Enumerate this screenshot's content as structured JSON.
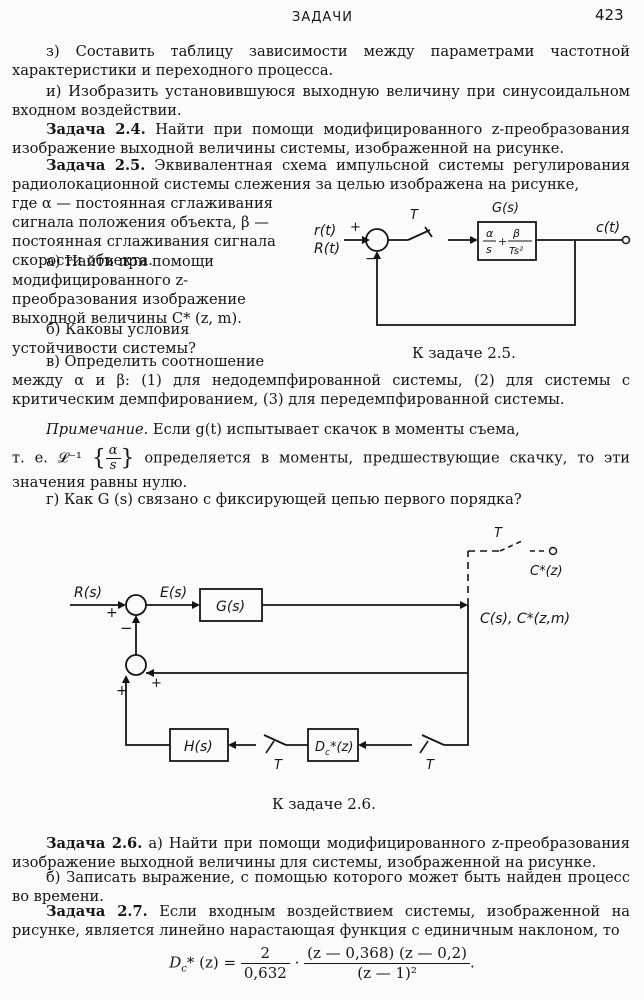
{
  "header": {
    "title": "ЗАДАЧИ",
    "page_number": "423"
  },
  "paragraphs": {
    "p_z": "з) Составить таблицу зависимости между параметрами частотной характеристики и переходного процесса.",
    "p_i": "и) Изобразить установившуюся выходную величину при синусоидальном входном воздействии.",
    "t24_label": "Задача 2.4.",
    "t24_text": "Найти при помощи модифицированного z-преобразования изображение выходной величины системы, изображенной на рисунке.",
    "t25_label": "Задача 2.5.",
    "t25_text": "Эквивалентная схема импульсной системы регулирования радиолокационной системы слежения за целью изображена на рисунке,",
    "t25_where": "где α — постоянная сглаживания сигнала положения объекта, β — постоянная сглаживания сигнала скорости объекта.",
    "t25_a": "а) Найти при помощи модифицированного z-преобразования изображение выходной величины C* (z, m).",
    "t25_b": "б) Каковы условия устойчивости системы?",
    "t25_v1": "в) Определить соотношение",
    "t25_v2": "между α и β: (1) для недодемпфированной системы, (2) для системы с критическим демпфированием, (3) для передемпфированной системы.",
    "note_label": "Примечание.",
    "note_text1": "Если g(t) испытывает скачок в моменты съема,",
    "note_text2_pre": "т. е. 𝓛⁻¹",
    "note_text2_post": "определяется в моменты, предшествующие скачку, то эти значения равны нулю.",
    "t25_g": "г) Как G (s) связано с фиксирующей цепью первого порядка?",
    "t26_label": "Задача 2.6.",
    "t26_a": "а) Найти при помощи модифицированного z-преобразования изображение выходной величины для системы, изображенной на рисунке.",
    "t26_b": "б) Записать выражение, с помощью которого может быть найден процесс во времени.",
    "t27_label": "Задача 2.7.",
    "t27_text": "Если входным воздействием системы, изображенной на рисунке, является линейно нарастающая функция с единичным наклоном, то"
  },
  "fig25": {
    "caption": "К задаче 2.5.",
    "input_r": "r(t)",
    "input_R": "R(t)",
    "plus": "+",
    "minus": "−",
    "sampler": "T",
    "block_label": "G(s)",
    "alpha_num": "α",
    "alpha_den": "s",
    "beta_num": "β",
    "beta_den": "Ts²",
    "output": "c(t)"
  },
  "fig26": {
    "caption": "К задаче 2.6.",
    "input": "R(s)",
    "error": "E(s)",
    "block_G": "G(s)",
    "block_H": "H(s)",
    "block_D": "D",
    "block_D_sub": "c",
    "block_D_rest": "*(z)",
    "output": "C(s), C*(z,m)",
    "sampled_out": "C*(z)",
    "sampler": "T",
    "plus": "+",
    "minus": "−"
  },
  "formula": {
    "lhs": "D",
    "lhs_sub": "c",
    "lhs_rest": "* (z) =",
    "f1_num": "2",
    "f1_den": "0,632",
    "dot": "·",
    "f2_num": "(z — 0,368) (z — 0,2)",
    "f2_den": "(z — 1)²",
    "end": "."
  }
}
